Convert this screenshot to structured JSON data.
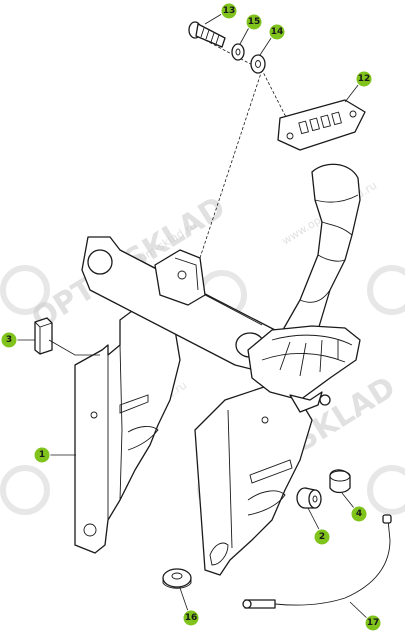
{
  "watermark": {
    "brand": "OPTIMSKLAD",
    "site": "www.optim-sklad.ru"
  },
  "colors": {
    "badge": "#7fc31c",
    "line": "#1a1a1a",
    "watermark": "#c9c9c9"
  },
  "callouts": {
    "c1": "1",
    "c2": "2",
    "c3": "3",
    "c4": "4",
    "c12": "12",
    "c13": "13",
    "c14": "14",
    "c15": "15",
    "c16": "16",
    "c17": "17"
  }
}
